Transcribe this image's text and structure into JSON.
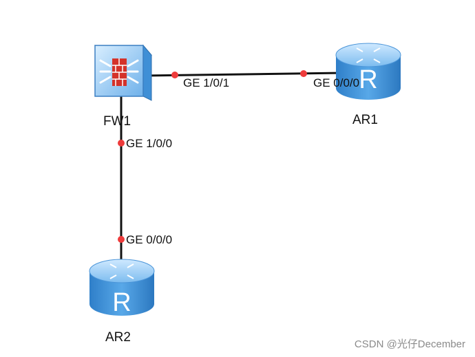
{
  "devices": {
    "fw1": {
      "name": "FW1",
      "icon": "firewall-icon"
    },
    "ar1": {
      "name": "AR1",
      "icon": "router-icon"
    },
    "ar2": {
      "name": "AR2",
      "icon": "router-icon"
    }
  },
  "links": {
    "fw1_ar1": {
      "port_a": "GE 1/0/1",
      "port_b": "GE 0/0/0"
    },
    "fw1_ar2": {
      "port_a": "GE 1/0/0",
      "port_b": "GE 0/0/0"
    }
  },
  "colors": {
    "device_blue": "#3a8fd6",
    "device_light": "#8cc6f2",
    "firewall_red": "#d4322a",
    "port_dot": "#ee3b3b",
    "link": "#111111"
  },
  "watermark": "CSDN @光仔December"
}
